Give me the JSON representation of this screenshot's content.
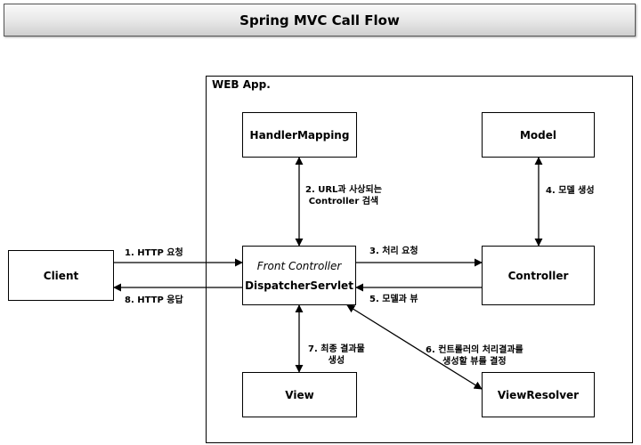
{
  "title": "Spring MVC Call Flow",
  "container": {
    "label": "WEB App."
  },
  "nodes": {
    "client": "Client",
    "handler_mapping": "HandlerMapping",
    "model": "Model",
    "dispatcher": {
      "subtitle": "Front Controller",
      "label": "DispatcherServlet"
    },
    "controller": "Controller",
    "view": "View",
    "view_resolver": "ViewResolver"
  },
  "edges": {
    "e1": "1. HTTP 요청",
    "e2_line1": "2. URL과 사상되는",
    "e2_line2": "Controller 검색",
    "e3": "3. 처리 요청",
    "e4": "4. 모델 생성",
    "e5": "5. 모델과 뷰",
    "e6_line1": "6. 컨트롤러의 처리결과를",
    "e6_line2": "생성할 뷰를 결정",
    "e7_line1": "7. 최종 결과물",
    "e7_line2": "생성",
    "e8": "8. HTTP 응답"
  }
}
